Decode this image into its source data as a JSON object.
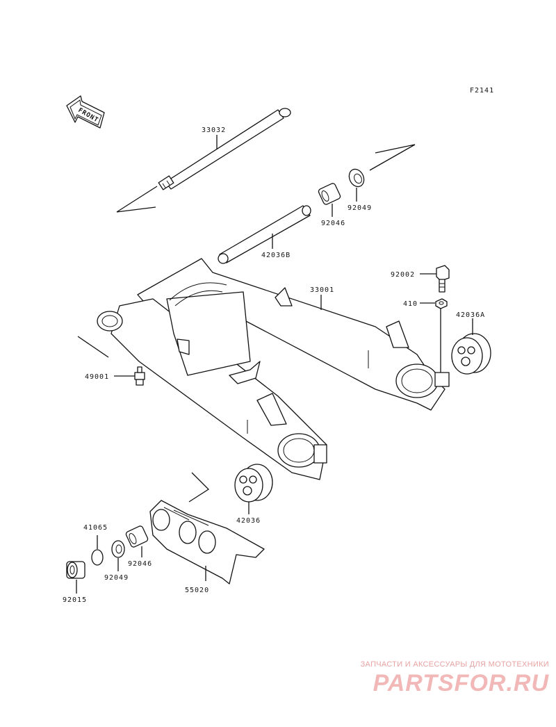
{
  "figure_code": "F2141",
  "front_label": "FRONT",
  "parts": {
    "p33032": "33032",
    "p92049a": "92049",
    "p92046a": "92046",
    "p42036b": "42036B",
    "p33001": "33001",
    "p92002": "92002",
    "p410": "410",
    "p42036a": "42036A",
    "p49001": "49001",
    "p42036": "42036",
    "p41065": "41065",
    "p92049b": "92049",
    "p92046b": "92046",
    "p55020": "55020",
    "p92015": "92015"
  },
  "watermark": {
    "tagline": "ЗАПЧАСТИ И АКСЕССУАРЫ ДЛЯ МОТОТЕХНИКИ",
    "logo": "PARTSFOR.RU"
  }
}
